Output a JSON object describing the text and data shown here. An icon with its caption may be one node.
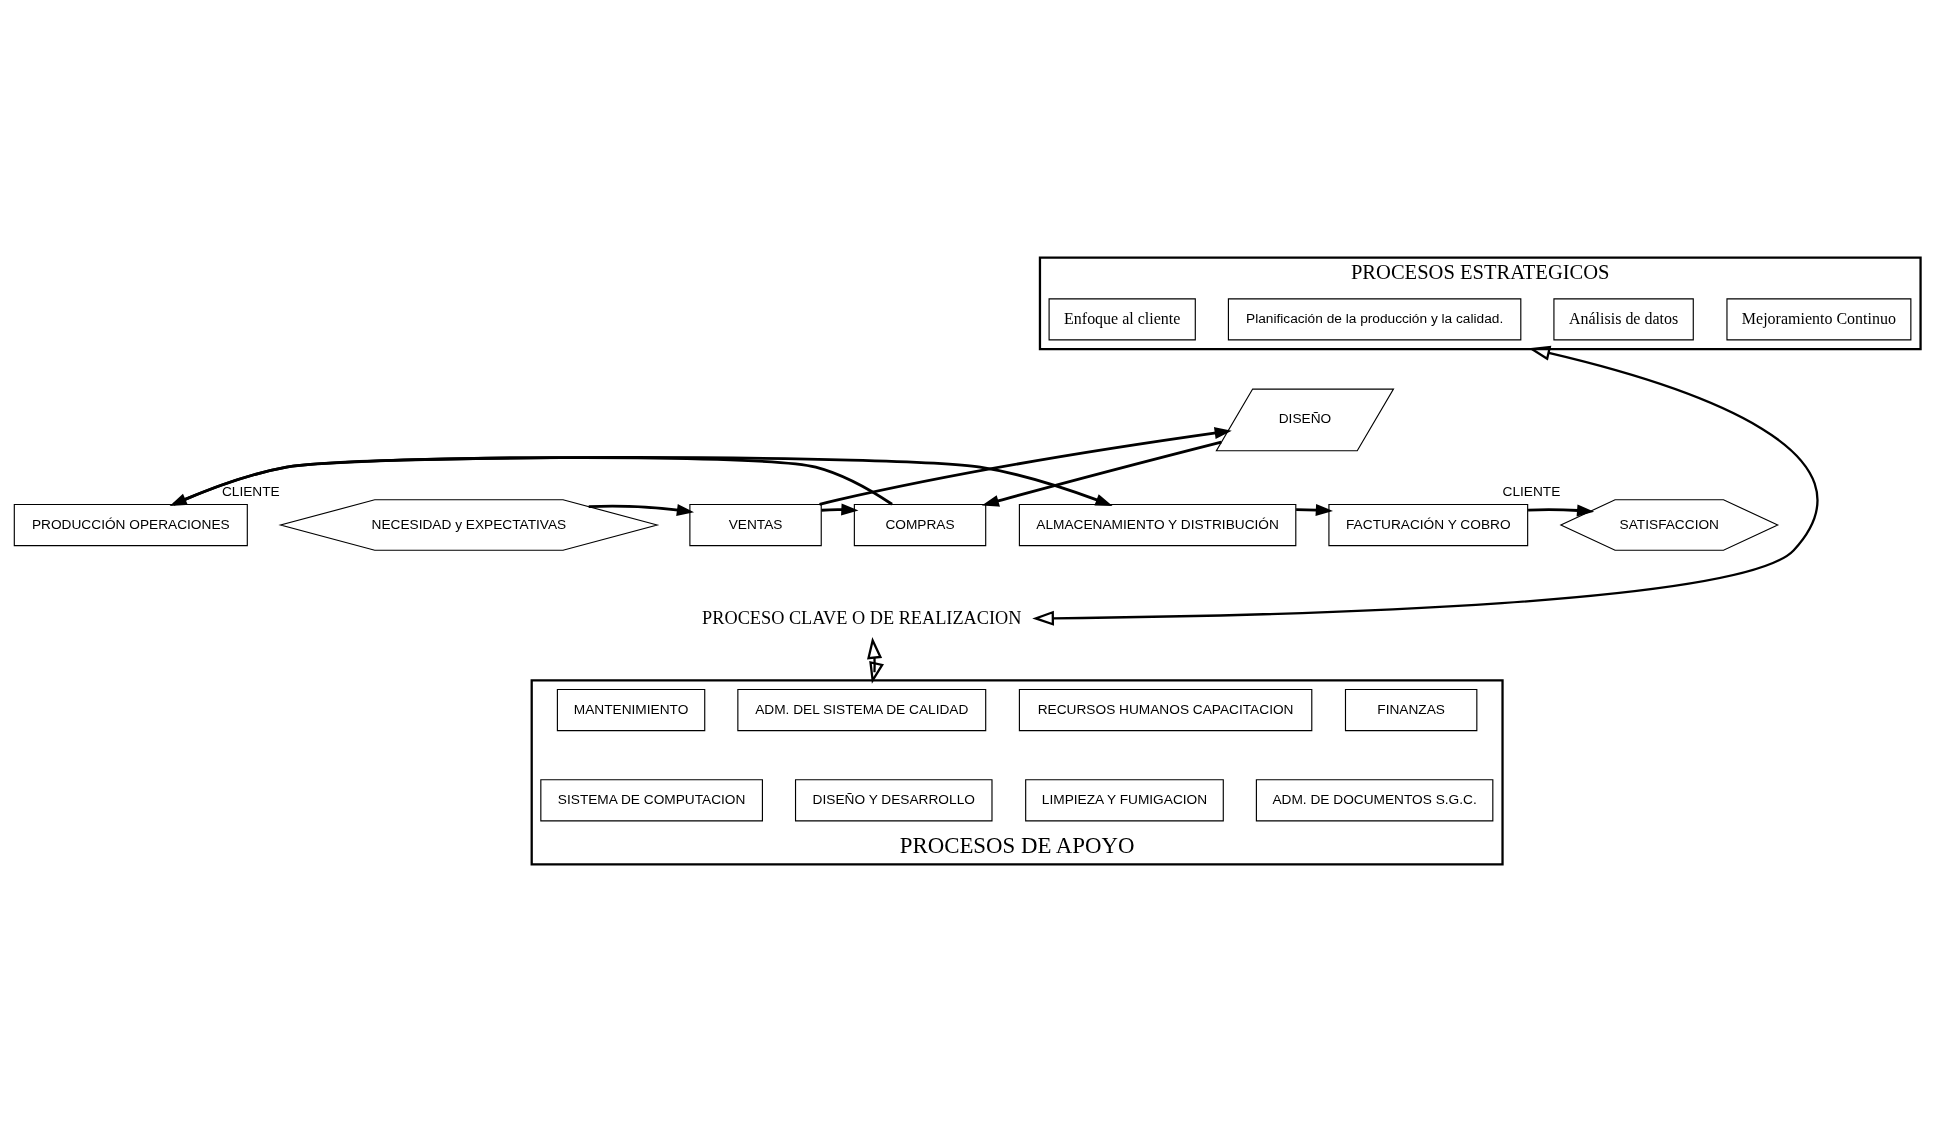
{
  "diagram": {
    "nodes": [
      {
        "text": [
          "PROCESOS ESTRATEGICOS"
        ]
      },
      {
        "text": [
          "Enfoque al cliente"
        ],
        "in": 0
      },
      {
        "text": [
          "Planificación de la producción y la calidad."
        ],
        "in": 0
      },
      {
        "text": [
          "Análisis de datos"
        ],
        "in": 0
      },
      {
        "text": [
          "Mejoramiento Continuo"
        ],
        "in": 0
      },
      {
        "text": [
          "NECESIDAD y EXPECTATIVAS"
        ],
        "beside": [
          "CLIENTE"
        ]
      },
      {
        "text": [
          "VENTAS"
        ]
      },
      {
        "text": [
          "DISEÑO"
        ]
      },
      {
        "text": [
          "COMPRAS"
        ]
      },
      {
        "text": [
          "PRODUCCIÓN OPERACIONES"
        ]
      },
      {
        "text": [
          "ALMACENAMIENTO Y DISTRIBUCIÓN"
        ]
      },
      {
        "text": [
          "FACTURACIÓN Y COBRO"
        ]
      },
      {
        "text": [
          "SATISFACCION"
        ],
        "beside": [
          "CLIENTE"
        ]
      },
      {
        "text": [
          "PROCESO CLAVE O DE REALIZACION"
        ]
      },
      {
        "text": [
          "PROCESOS DE APOYO"
        ]
      },
      {
        "text": [
          "MANTENIMIENTO"
        ],
        "in": 14
      },
      {
        "text": [
          "ADM. DEL SISTEMA DE CALIDAD"
        ],
        "in": 14
      },
      {
        "text": [
          "RECURSOS HUMANOS CAPACITACION"
        ],
        "in": 14
      },
      {
        "text": [
          "FINANZAS"
        ],
        "in": 14
      },
      {
        "text": [
          "SISTEMA DE COMPUTACION"
        ],
        "in": 14
      },
      {
        "text": [
          "DISEÑO Y DESARROLLO"
        ],
        "in": 14
      },
      {
        "text": [
          "LIMPIEZA Y FUMIGACION"
        ],
        "in": 14
      },
      {
        "text": [
          "ADM. DE DOCUMENTOS S.G.C."
        ],
        "in": 14
      }
    ],
    "edges": [
      {
        "from": 5,
        "to": 6,
        "arrow": "to"
      },
      {
        "from": 6,
        "to": 7,
        "arrow": "to"
      },
      {
        "from": 7,
        "to": 8,
        "arrow": "to"
      },
      {
        "from": 6,
        "to": 8,
        "arrow": "to"
      },
      {
        "from": 8,
        "to": 9,
        "arrow": "to"
      },
      {
        "from": 9,
        "to": 10,
        "arrow": "to"
      },
      {
        "from": 10,
        "to": 11,
        "arrow": "to"
      },
      {
        "from": 11,
        "to": 12,
        "arrow": "to"
      },
      {
        "from": 0,
        "to": 13,
        "arrow": "both"
      },
      {
        "from": 13,
        "to": 14,
        "arrow": "both"
      }
    ]
  }
}
